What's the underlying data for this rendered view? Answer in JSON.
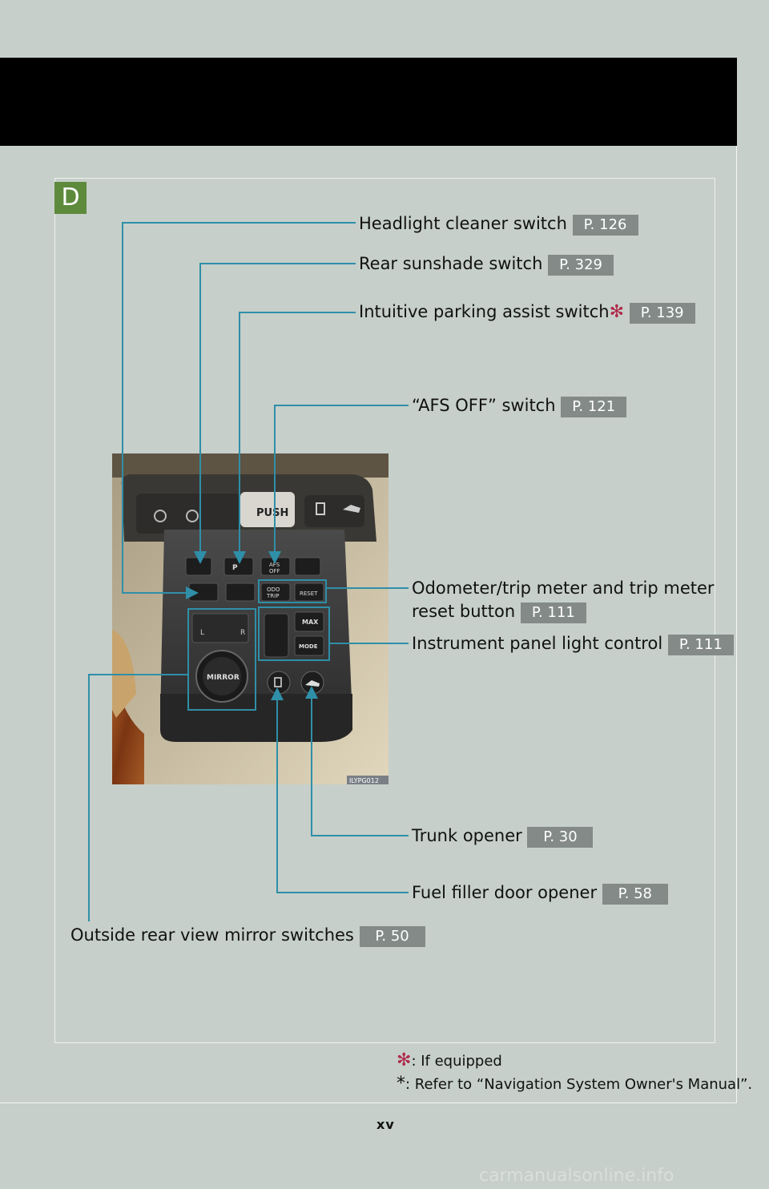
{
  "header": {
    "section_letter": "D"
  },
  "callouts": [
    {
      "id": "headlight-cleaner",
      "label": "Headlight cleaner switch",
      "ref": "P. 126",
      "marker": ""
    },
    {
      "id": "rear-sunshade",
      "label": "Rear sunshade switch",
      "ref": "P. 329",
      "marker": ""
    },
    {
      "id": "parking-assist",
      "label": "Intuitive parking assist switch",
      "ref": "P. 139",
      "marker": "✻"
    },
    {
      "id": "afs-off",
      "label": "“AFS OFF” switch",
      "ref": "P. 121",
      "marker": ""
    },
    {
      "id": "odometer",
      "label": "Odometer/trip meter and trip meter",
      "label2": "reset button",
      "ref": "P. 111",
      "marker": ""
    },
    {
      "id": "panel-light",
      "label": "Instrument panel light control",
      "ref": "P. 111",
      "marker": ""
    },
    {
      "id": "trunk",
      "label": "Trunk opener",
      "ref": "P. 30",
      "marker": ""
    },
    {
      "id": "fuel",
      "label": "Fuel filler door opener",
      "ref": "P. 58",
      "marker": ""
    },
    {
      "id": "mirror",
      "label": "Outside rear view mirror switches",
      "ref": "P. 50",
      "marker": ""
    }
  ],
  "photo": {
    "image_code": "ILYPG012",
    "labels": {
      "push": "PUSH",
      "afs": "AFS\nOFF",
      "odo": "ODO\nTRIP",
      "reset": "RESET",
      "max": "MAX",
      "mode": "MODE",
      "mirror": "MIRROR",
      "left": "L",
      "right": "R"
    }
  },
  "footnotes": [
    {
      "symbol": "✻",
      "text": ": If equipped"
    },
    {
      "symbol": "*",
      "text": ": Refer to “Navigation System Owner's Manual”."
    }
  ],
  "page_number": "xv",
  "watermark": "carmanualsonline.info",
  "colors": {
    "line": "#2f8fa8",
    "ref_badge": "#838a88",
    "section_badge": "#5e8a3c",
    "marker": "#b02a4a"
  }
}
